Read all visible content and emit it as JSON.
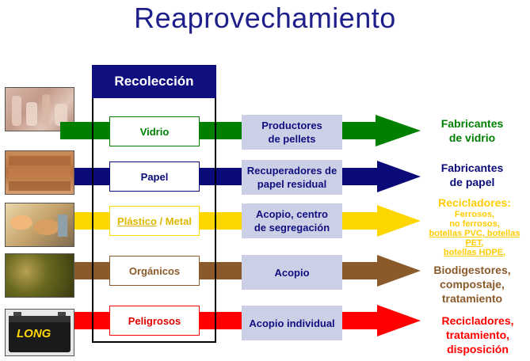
{
  "title": "Reaprovechamiento",
  "collection": {
    "header": "Recolección"
  },
  "rows": [
    {
      "category": "Vidrio",
      "process": [
        "Productores",
        "de pellets"
      ],
      "destination": [
        "Fabricantes",
        "de vidrio"
      ],
      "color": "#008000"
    },
    {
      "category": "Papel",
      "process": [
        "Recuperadores de",
        "papel residual"
      ],
      "destination": [
        "Fabricantes",
        "de papel"
      ],
      "color": "#0a0a78"
    },
    {
      "category_a": "Plástico",
      "category_sep": " / ",
      "category_b": "Metal",
      "process": [
        "Acopio, centro",
        "de segregación"
      ],
      "destination_title": "Recicladores:",
      "destination_details": [
        "Ferrosos,",
        "no ferrosos,",
        "botellas PVC, botellas",
        "PET,",
        "botellas HDPE,"
      ],
      "color": "#ffd700"
    },
    {
      "category": "Orgánicos",
      "process": [
        "Acopio"
      ],
      "destination": [
        "Biodigestores,",
        "compostaje,",
        "tratamiento"
      ],
      "color": "#8b5a2b"
    },
    {
      "category": "Peligrosos",
      "process": [
        "Acopio individual"
      ],
      "destination": [
        "Recicladores,",
        "tratamiento,",
        "disposición"
      ],
      "color": "#ff0000"
    }
  ],
  "battery_label": "LONG",
  "colors": {
    "title": "#1f1f8c",
    "header_bg": "#0f0f80",
    "process_bg": "#ccd0e6",
    "process_text": "#0f0f80"
  }
}
